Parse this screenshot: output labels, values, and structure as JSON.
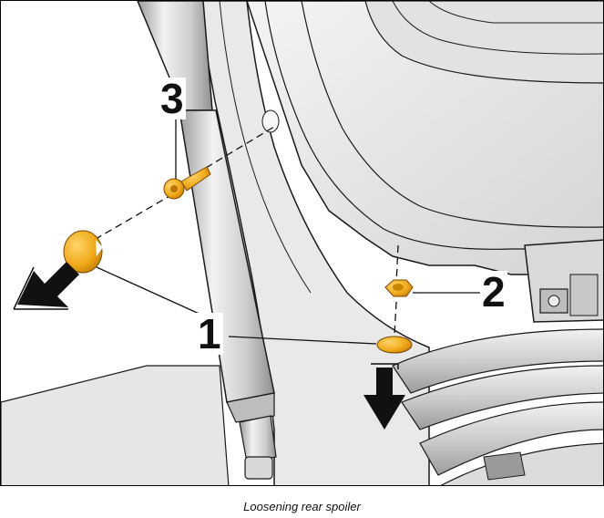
{
  "callouts": {
    "label_1": "1",
    "label_2": "2",
    "label_3": "3"
  },
  "caption": "Loosening rear spoiler",
  "colors": {
    "part_highlight": "#f0a818",
    "metal_light": "#ececec",
    "metal_shade": "#c4c4c4",
    "outline": "#1a1a1a"
  }
}
